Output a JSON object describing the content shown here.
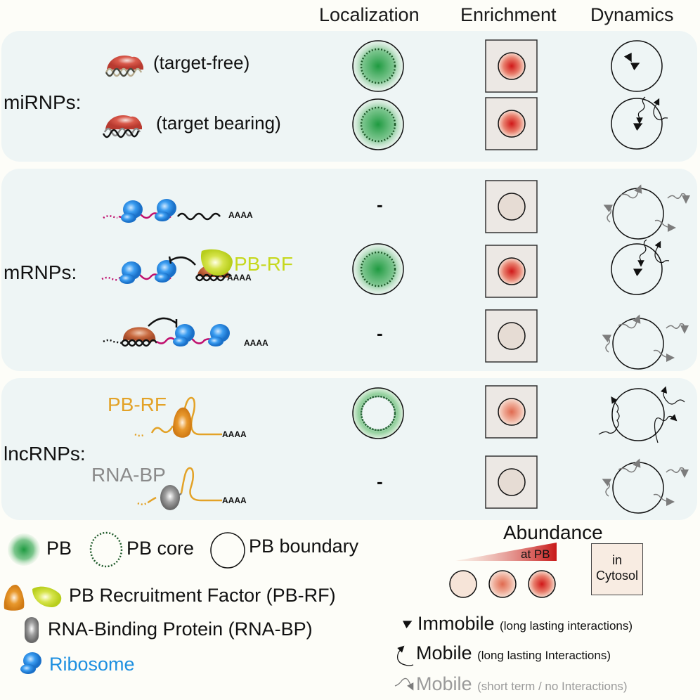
{
  "headers": {
    "localization": "Localization",
    "enrichment": "Enrichment",
    "dynamics": "Dynamics"
  },
  "groups": [
    {
      "label": "miRNPs:",
      "rows": [
        {
          "caption": "(target-free)",
          "localization": "PB core",
          "enrichment": "high",
          "dynamics": "immobile"
        },
        {
          "caption": "(target bearing)",
          "localization": "PB core",
          "enrichment": "high",
          "dynamics": "immobile + mobile long lasting"
        }
      ]
    },
    {
      "label": "mRNPs:",
      "rows": [
        {
          "caption": "",
          "localization": "-",
          "enrichment": "low",
          "dynamics": "mobile short term"
        },
        {
          "caption": "PB-RF",
          "localization": "PB core",
          "enrichment": "high",
          "dynamics": "immobile + mobile long lasting"
        },
        {
          "caption": "",
          "localization": "-",
          "enrichment": "low",
          "dynamics": "mobile short term"
        }
      ]
    },
    {
      "label": "lncRNPs:",
      "rows": [
        {
          "caption": "PB-RF",
          "localization": "PB boundary",
          "enrichment": "medium",
          "dynamics": "mobile long lasting"
        },
        {
          "caption": "RNA-BP",
          "localization": "-",
          "enrichment": "low",
          "dynamics": "mobile short term"
        }
      ]
    }
  ],
  "polyA": "AAAA",
  "dash": "-",
  "legend": {
    "pb": "PB",
    "pb_core": "PB core",
    "pb_boundary": "PB boundary",
    "pbrf": "PB Recruitment Factor (PB-RF)",
    "rnabp": "RNA-Binding Protein (RNA-BP)",
    "ribosome": "Ribosome",
    "abundance_title": "Abundance",
    "at_pb": "at PB",
    "in_cytosol_1": "in",
    "in_cytosol_2": "Cytosol",
    "immobile": "Immobile",
    "immobile_note": "(long lasting interactions)",
    "mobile_long": "Mobile",
    "mobile_long_note": "(long lasting Interactions)",
    "mobile_short": "Mobile",
    "mobile_short_note": "(short term / no Interactions)"
  },
  "colors": {
    "panel_bg": "#eef5f5",
    "page_bg": "#fdfdf8",
    "pb_green": "#1e9a40",
    "enrich_red": "#d02020",
    "ribosome_blue": "#2a8fe0",
    "mrna_magenta": "#c0106e",
    "pbrf_yellow": "#c8dc20",
    "pbrf_orange": "#e0901e",
    "lnc_orange": "#e3a227",
    "rnabp_gray": "#8a8a8a",
    "mobile_short_gray": "#8c8c8c"
  }
}
